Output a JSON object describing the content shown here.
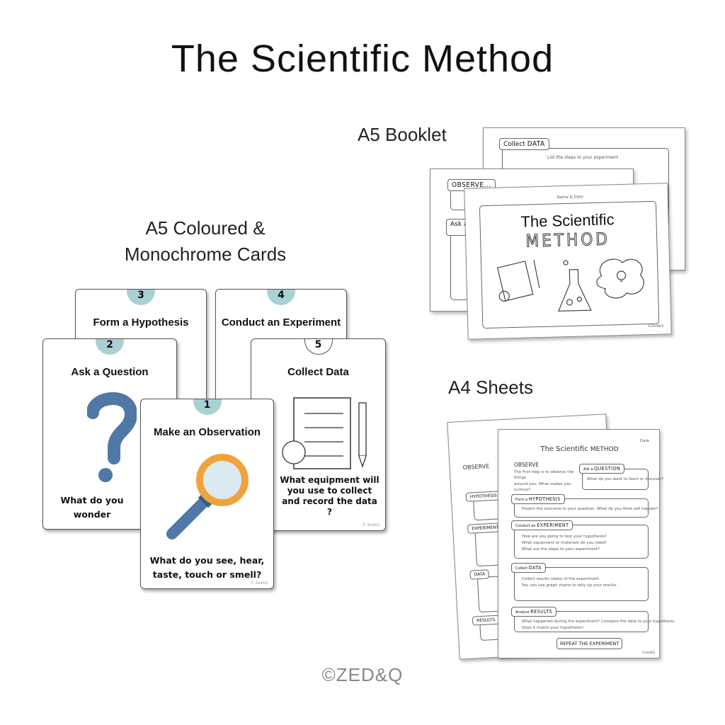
{
  "title": "The Scientific Method",
  "labels": {
    "booklet": "A5 Booklet",
    "cards_line1": "A5 Coloured &",
    "cards_line2": "Monochrome Cards",
    "sheets": "A4 Sheets"
  },
  "colors": {
    "tab": "#a9d0d3",
    "blue": "#4f78a6",
    "orange": "#f0a33c",
    "lens": "#dbe9f1"
  },
  "cards": [
    {
      "number": "3",
      "title": "Form a Hypothesis"
    },
    {
      "number": "4",
      "title": "Conduct an Experiment"
    },
    {
      "number": "2",
      "title": "Ask a Question",
      "question": "What do you wonder"
    },
    {
      "number": "5",
      "title": "Collect Data",
      "question": "What equipment will you use to collect and record the data ?"
    },
    {
      "number": "1",
      "title": "Make an Observation",
      "question": "What do you see, hear, taste, touch or smell?"
    }
  ],
  "card_copyright": "© Zed&Q",
  "booklet": {
    "back_tag_prefix": "Collect",
    "back_tag_word": "DATA",
    "back_text": "List the steps to your experiment",
    "mid_tag": "OBSERVE...",
    "mid_tag2": "Ask a",
    "name_date": "Name & Date",
    "cover_line1": "The Scientific",
    "cover_line2": "METHOD",
    "copyright": "©Zed&Q"
  },
  "sheet": {
    "date": "Date",
    "title_a": "The Scientific ",
    "title_b": "METHOD",
    "observe": "OBSERVE",
    "observe_text1": "The first step is to observe the things",
    "observe_text2": "around you. What makes you curious?",
    "sections": [
      {
        "prefix": "Ask a",
        "word": "QUESTION",
        "lines": [
          "What do you want to learn or discover?"
        ]
      },
      {
        "prefix": "Form a",
        "word": "HYPOTHESIS",
        "lines": [
          "Predict the outcome to your question. What do you think will happen?"
        ]
      },
      {
        "prefix": "Conduct an",
        "word": "EXPERIMENT",
        "lines": [
          "How are you going to test your hypothesis?",
          "What equipment or materials do you need?",
          "What are the steps to your experiment?"
        ]
      },
      {
        "prefix": "Collect",
        "word": "DATA",
        "lines": [
          "Collect results (data) of the experiment.",
          "You can use graph charts to tally up your results."
        ]
      },
      {
        "prefix": "Analyse",
        "word": "RESULTS",
        "lines": [
          "What happened during the experiment? Compare the data to your hypothesis.",
          "Does it match your hypothesis?"
        ]
      }
    ],
    "repeat": "REPEAT THE EXPERIMENT",
    "copyright": "©Zed&Q"
  },
  "footer": "©ZED&Q"
}
